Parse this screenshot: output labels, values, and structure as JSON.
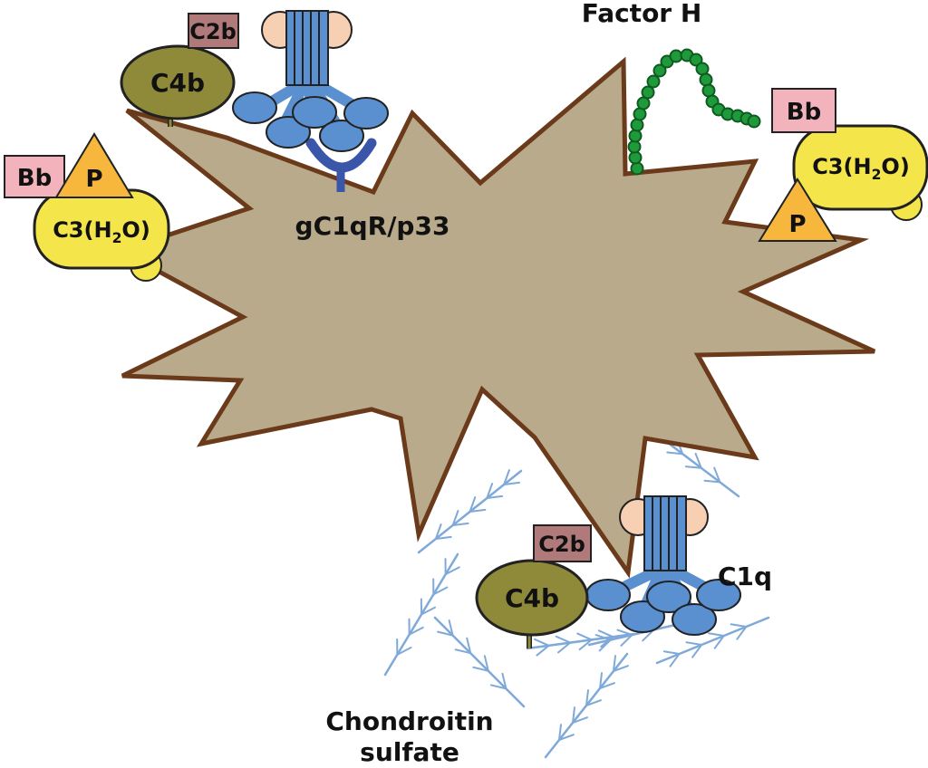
{
  "labels": {
    "factor_h": "Factor H",
    "gc1qr": "gC1qR/p33",
    "c1q": "C1q",
    "chondroitin_line1": "Chondroitin",
    "chondroitin_line2": "sulfate"
  },
  "c3h2o": {
    "prefix": "C3(H",
    "subscript": "2",
    "suffix": "O)"
  },
  "boxes": {
    "bb": "Bb",
    "p": "P",
    "c4b": "C4b",
    "c2b": "C2b"
  },
  "colors": {
    "cell_fill": "#b8aa8a",
    "cell_stroke": "#6a3a1a",
    "c4b": "#8f8a3a",
    "c2b": "#b07a7a",
    "bb": "#f2b3bd",
    "p": "#f6b73c",
    "c3": "#f4e64a",
    "c1q_blue": "#5a8fd0",
    "c1q_head": "#f7cfb3",
    "receptor": "#3a56a8",
    "factor_h": "#1f9a3a",
    "chondroitin": "#7fa9d8"
  }
}
